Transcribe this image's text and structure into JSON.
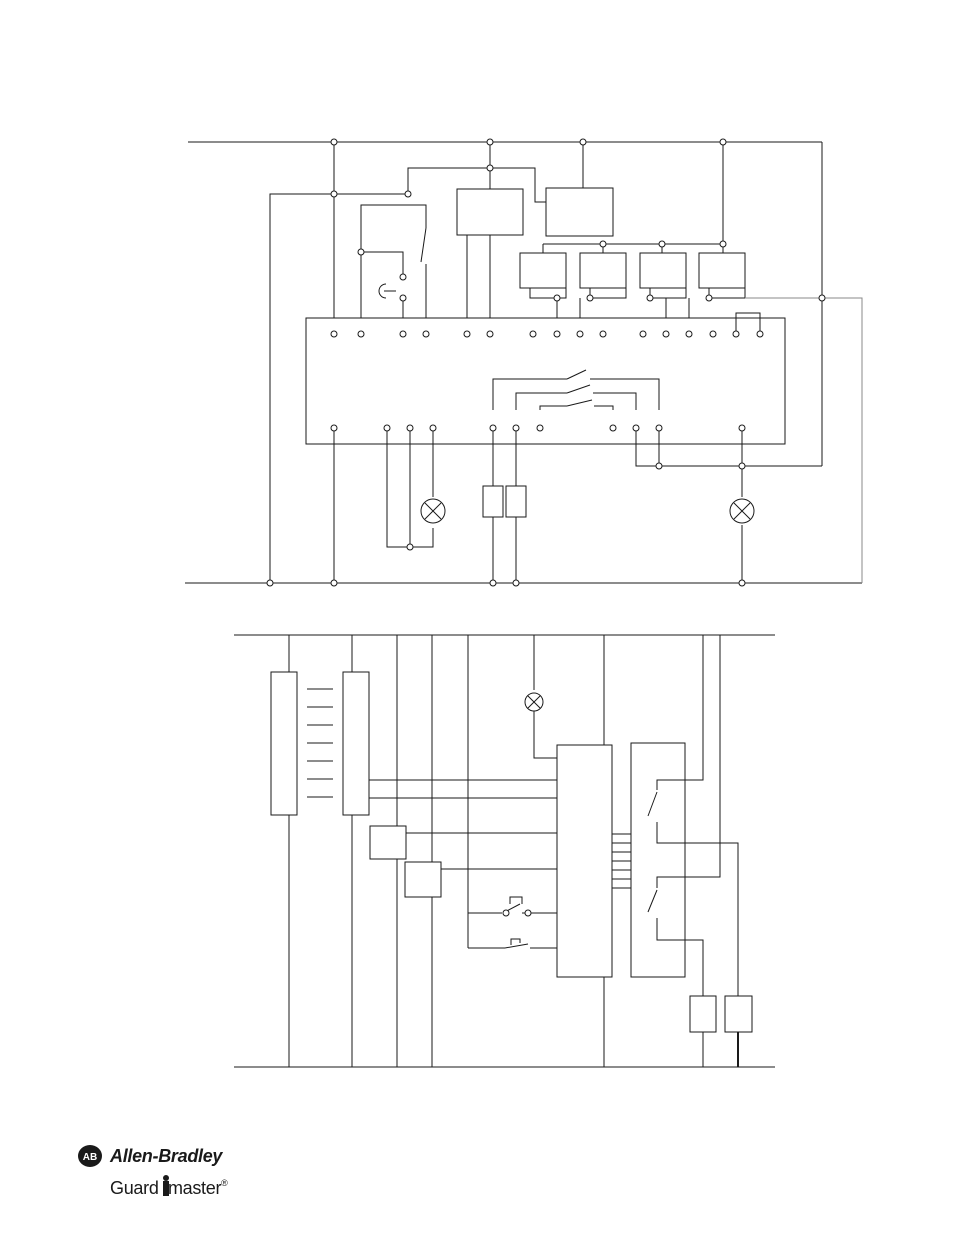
{
  "brand": {
    "name": "Allen-Bradley",
    "badge": "AB",
    "product_prefix": "Guard",
    "product_suffix": "master",
    "registered": "®"
  }
}
